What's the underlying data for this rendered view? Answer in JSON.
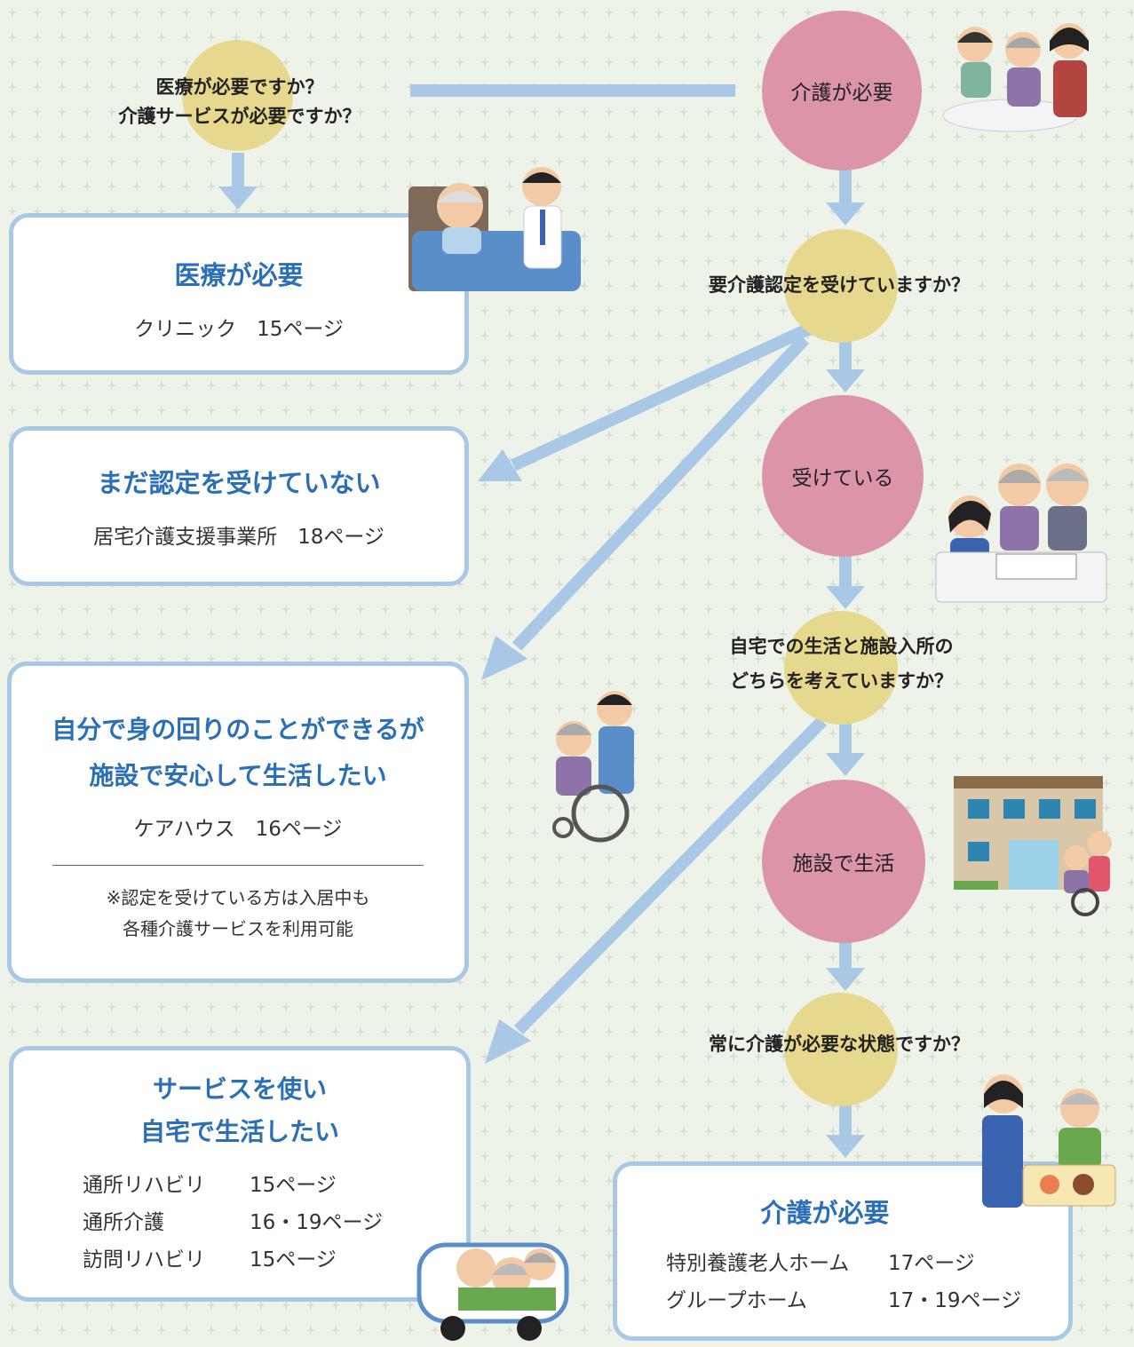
{
  "flow": {
    "q1": {
      "line1": "医療が必要ですか？",
      "line2": "介護サービスが必要ですか？"
    },
    "pink_care": "介護が必要",
    "q2": "要介護認定を受けていますか？",
    "pink_received": "受けている",
    "q3": {
      "line1": "自宅での生活と施設入所の",
      "line2": "どちらを考えていますか？"
    },
    "pink_facility": "施設で生活",
    "q4": "常に介護が必要な状態ですか？"
  },
  "boxes": {
    "medical": {
      "title": "医療が必要",
      "line": "クリニック　15ページ"
    },
    "not_certified": {
      "title": "まだ認定を受けていない",
      "line": "居宅介護支援事業所　18ページ"
    },
    "carehouse": {
      "title1": "自分で身の回りのことができるが",
      "title2": "施設で安心して生活したい",
      "line": "ケアハウス　16ページ",
      "note1": "※認定を受けている方は入居中も",
      "note2": "各種介護サービスを利用可能"
    },
    "home": {
      "title1": "サービスを使い",
      "title2": "自宅で生活したい",
      "rows": [
        {
          "name": "通所リハビリ",
          "page": "15ページ"
        },
        {
          "name": "通所介護",
          "page": "16・19ページ"
        },
        {
          "name": "訪問リハビリ",
          "page": "15ページ"
        }
      ]
    },
    "nursing": {
      "title": "介護が必要",
      "rows": [
        {
          "name": "特別養護老人ホーム",
          "page": "17ページ"
        },
        {
          "name": "グループホーム",
          "page": "17・19ページ"
        }
      ]
    }
  },
  "colors": {
    "arrow": "#a8c8e6",
    "pink": "#dc94a8",
    "yellow": "#e6d98e",
    "title": "#2b6fb6",
    "background": "#eef3ea"
  },
  "icons": [
    "caregivers-with-elder-icon",
    "patient-and-doctor-icon",
    "consultation-icon",
    "wheelchair-caregiver-icon",
    "care-facility-icon",
    "feeding-care-icon",
    "day-service-van-icon"
  ]
}
